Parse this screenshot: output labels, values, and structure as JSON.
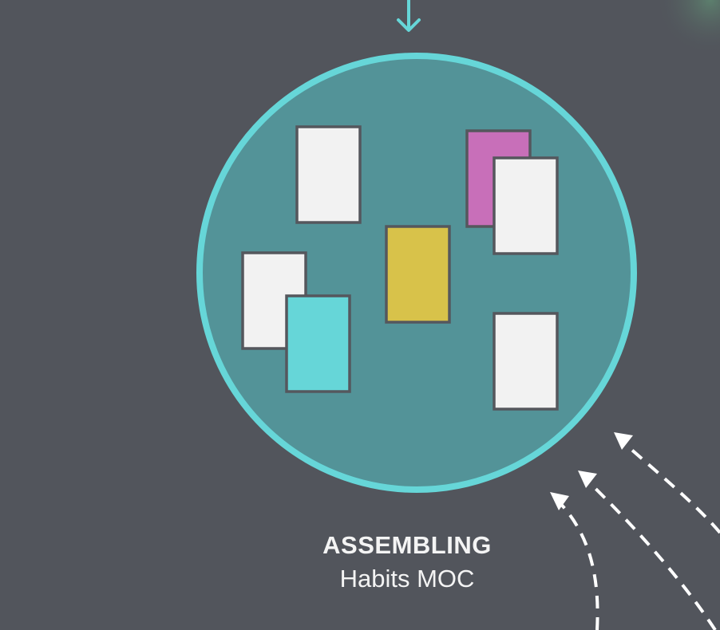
{
  "caption": {
    "title": "ASSEMBLING",
    "subtitle": "Habits MOC"
  },
  "colors": {
    "background": "#52555c",
    "circle_fill": "#539398",
    "circle_stroke": "#66d6d8",
    "card_white": "#f2f2f2",
    "card_magenta": "#c86fb9",
    "card_yellow": "#d8c24a",
    "card_teal": "#66d6d8",
    "card_border": "#55575d",
    "arrow": "#ffffff",
    "top_arrow": "#66d6d8"
  },
  "cards": [
    {
      "name": "note-card-top-left",
      "color": "white"
    },
    {
      "name": "note-card-magenta",
      "color": "magenta"
    },
    {
      "name": "note-card-top-right",
      "color": "white"
    },
    {
      "name": "note-card-yellow",
      "color": "yellow"
    },
    {
      "name": "note-card-left",
      "color": "white"
    },
    {
      "name": "note-card-teal",
      "color": "teal"
    },
    {
      "name": "note-card-bottom-right",
      "color": "white"
    }
  ],
  "icons": {
    "top_arrow": "arrow-down-icon",
    "incoming_arrows": "dashed-arrow-icon"
  }
}
